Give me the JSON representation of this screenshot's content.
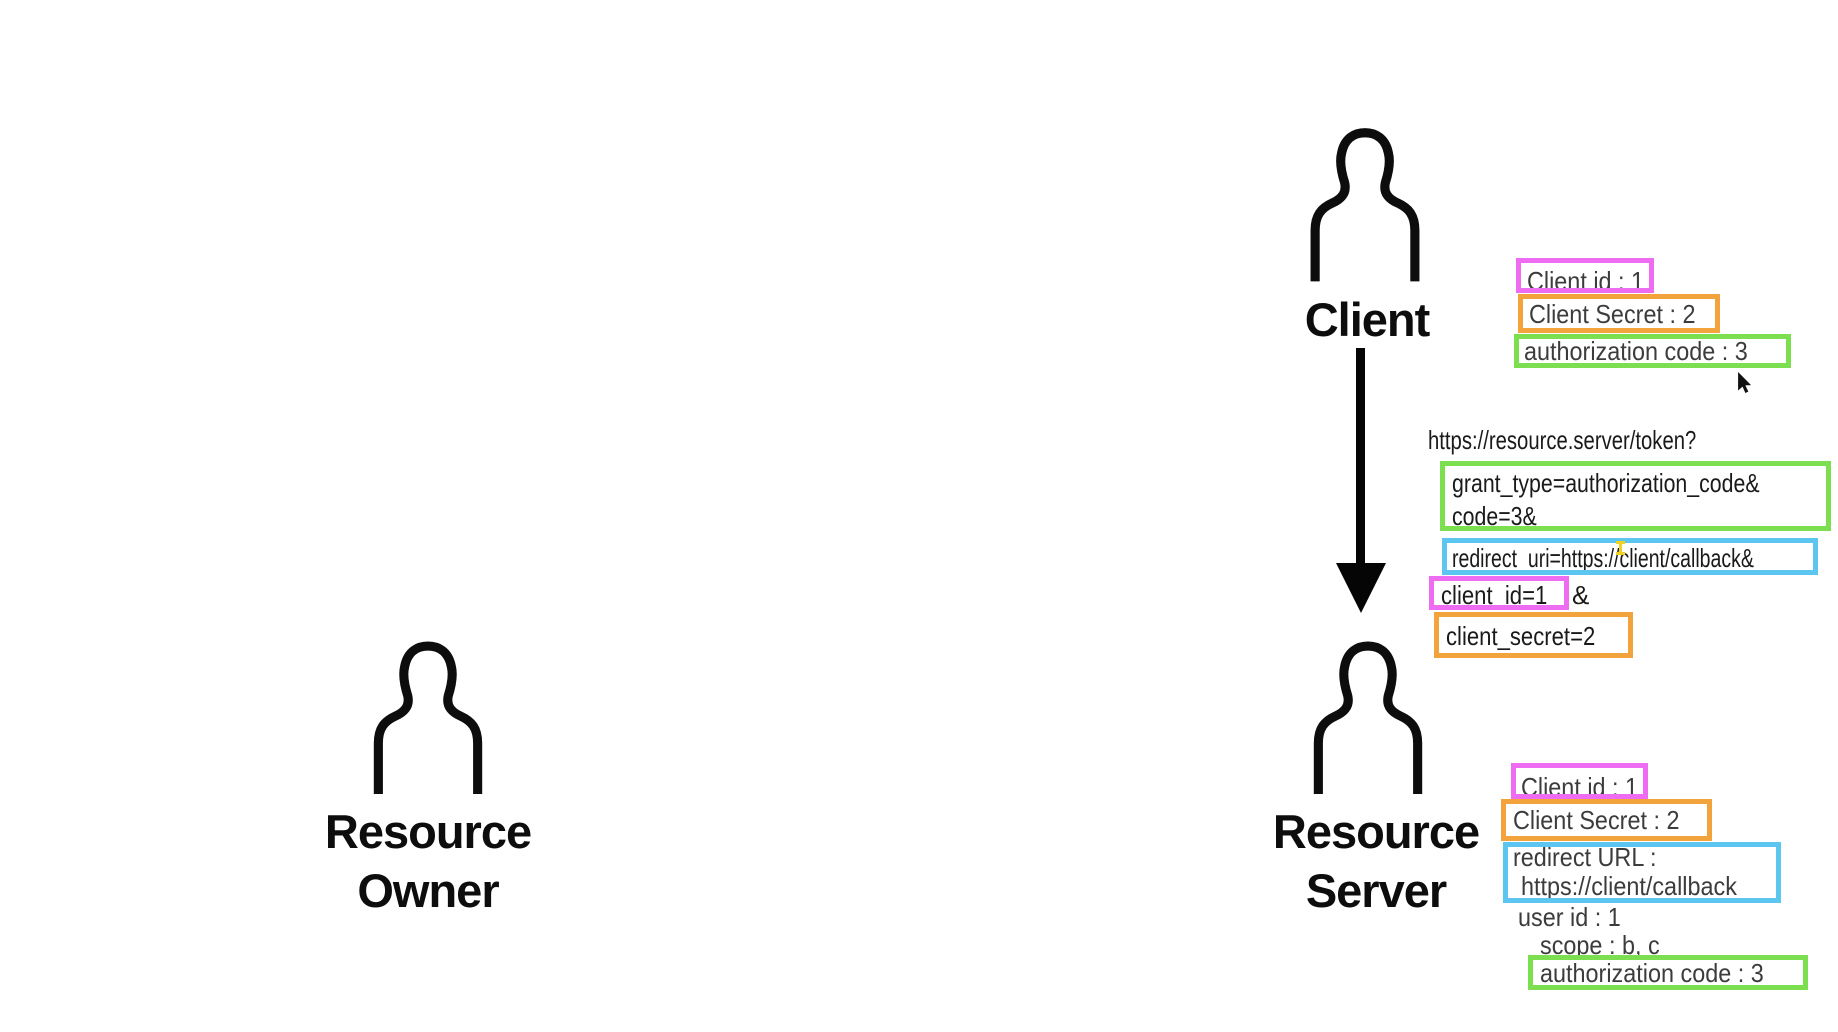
{
  "colors": {
    "magenta": "#ee6cf1",
    "orange": "#f2a33c",
    "green": "#7cdf50",
    "blue": "#5cc6f0",
    "yellow": "#f0d224",
    "ink": "#0d0d0d"
  },
  "actors": {
    "client": {
      "label": "Client"
    },
    "resource_owner": {
      "line1": "Resource",
      "line2": "Owner"
    },
    "resource_server": {
      "line1": "Resource",
      "line2": "Server"
    }
  },
  "client_credentials": {
    "client_id": "Client id : 1",
    "client_secret": "Client Secret : 2",
    "authorization_code": "authorization code : 3"
  },
  "token_request": {
    "url": "https://resource.server/token?",
    "grant_type": "grant_type=authorization_code&",
    "code": "code=3&",
    "redirect_uri": "redirect_uri=https://client/callback&",
    "client_id": "client_id=1",
    "client_id_amp": "&",
    "client_secret": "client_secret=2"
  },
  "server_records": {
    "client_id": "Client id : 1",
    "client_secret": "Client Secret : 2",
    "redirect_url_label": "redirect URL :",
    "redirect_url_value": "https://client/callback",
    "user_id": "user id : 1",
    "scope": "scope : b, c",
    "authorization_code": "authorization code : 3"
  }
}
